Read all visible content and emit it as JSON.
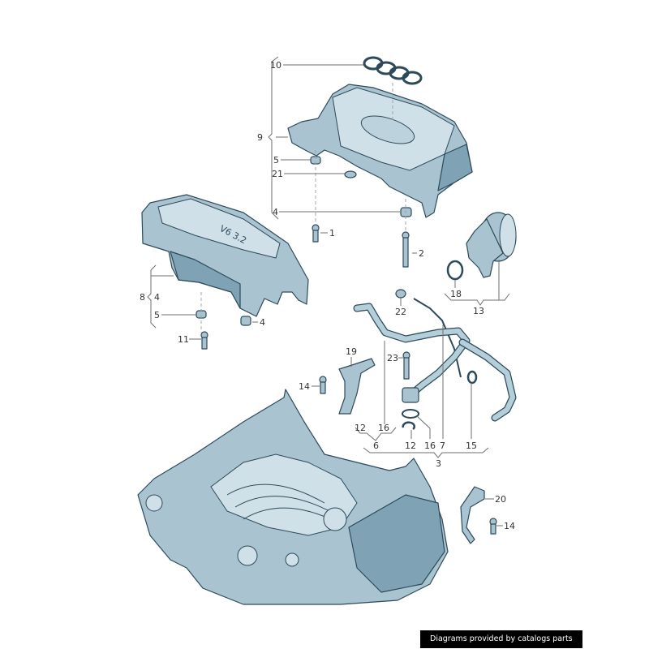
{
  "diagram": {
    "title": "Engine cover / crankcase ventilation parts diagram",
    "colors": {
      "part_fill": "#a9c4d0",
      "part_outline": "#2c4a5a",
      "leader": "#6f6f6f",
      "text": "#333333"
    },
    "callouts": {
      "c10": "10",
      "c9": "9",
      "c5a": "5",
      "c21": "21",
      "c4a": "4",
      "c1": "1",
      "c2": "2",
      "c8": "8",
      "c4b": "4",
      "c5b": "5",
      "c4c": "4",
      "c11": "11",
      "c18": "18",
      "c13": "13",
      "c22": "22",
      "c19": "19",
      "c23": "23",
      "c14a": "14",
      "c12a": "12",
      "c16a": "16",
      "c6": "6",
      "c12b": "12",
      "c16b": "16",
      "c7": "7",
      "c15": "15",
      "c3": "3",
      "c20": "20",
      "c14b": "14"
    },
    "engine_cover_emblem": "V6 3.2"
  },
  "footer": {
    "credit": "Diagrams provided by catalogs parts"
  }
}
